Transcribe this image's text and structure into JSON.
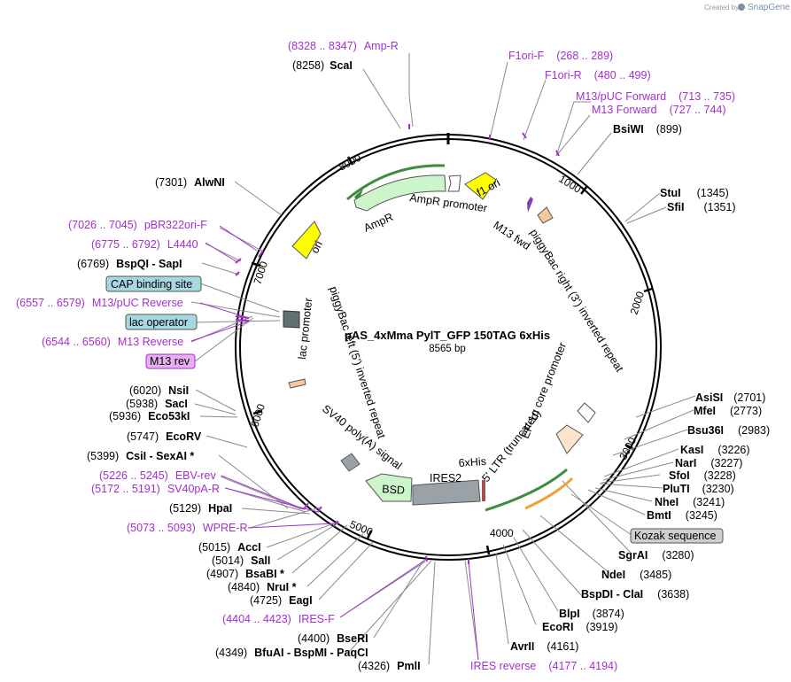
{
  "brand": {
    "created_by": "Created by",
    "product": "SnapGene"
  },
  "plasmid": {
    "name": "pAS_4xMma PylT_GFP 150TAG 6xHis",
    "size": "8565 bp"
  },
  "ticks": [
    "1000",
    "2000",
    "3000",
    "4000",
    "5000",
    "6000",
    "7000",
    "8000"
  ],
  "enzymes": [
    {
      "pos": "(8258)",
      "name": "ScaI"
    },
    {
      "pos": "(899)",
      "name": "BsiWI"
    },
    {
      "pos": "(1345)",
      "name": "StuI"
    },
    {
      "pos": "(1351)",
      "name": "SfiI"
    },
    {
      "pos": "(7301)",
      "name": "AlwNI"
    },
    {
      "pos": "(6769)",
      "name": "BspQI  -  SapI"
    },
    {
      "pos": "(6020)",
      "name": "NsiI"
    },
    {
      "pos": "(5938)",
      "name": "SacI"
    },
    {
      "pos": "(5936)",
      "name": "Eco53kI"
    },
    {
      "pos": "(5747)",
      "name": "EcoRV"
    },
    {
      "pos": "(5399)",
      "name": "CsiI  -  SexAI *"
    },
    {
      "pos": "(5129)",
      "name": "HpaI"
    },
    {
      "pos": "(5015)",
      "name": "AccI"
    },
    {
      "pos": "(5014)",
      "name": "SalI"
    },
    {
      "pos": "(4907)",
      "name": "BsaBI *"
    },
    {
      "pos": "(4840)",
      "name": "NruI *"
    },
    {
      "pos": "(4725)",
      "name": "EagI"
    },
    {
      "pos": "(4400)",
      "name": "BseRI"
    },
    {
      "pos": "(4349)",
      "name": "BfuAI  -  BspMI  -  PaqCI"
    },
    {
      "pos": "(4326)",
      "name": "PmlI"
    },
    {
      "pos": "(2701)",
      "name": "AsiSI"
    },
    {
      "pos": "(2773)",
      "name": "MfeI"
    },
    {
      "pos": "(2983)",
      "name": "Bsu36I"
    },
    {
      "pos": "(3226)",
      "name": "KasI"
    },
    {
      "pos": "(3227)",
      "name": "NarI"
    },
    {
      "pos": "(3228)",
      "name": "SfoI"
    },
    {
      "pos": "(3230)",
      "name": "PluTI"
    },
    {
      "pos": "(3241)",
      "name": "NheI"
    },
    {
      "pos": "(3245)",
      "name": "BmtI"
    },
    {
      "pos": "(3280)",
      "name": "SgrAI"
    },
    {
      "pos": "(3485)",
      "name": "NdeI"
    },
    {
      "pos": "(3638)",
      "name": "BspDI  -  ClaI"
    },
    {
      "pos": "(3874)",
      "name": "BlpI"
    },
    {
      "pos": "(3919)",
      "name": "EcoRI"
    },
    {
      "pos": "(4161)",
      "name": "AvrII"
    }
  ],
  "primers": [
    {
      "name": "Amp-R",
      "range": "(8328 .. 8347)"
    },
    {
      "name": "F1ori-F",
      "range": "(268 .. 289)"
    },
    {
      "name": "F1ori-R",
      "range": "(480 .. 499)"
    },
    {
      "name": "M13/pUC Forward",
      "range": "(713 .. 735)"
    },
    {
      "name": "M13 Forward",
      "range": "(727 .. 744)"
    },
    {
      "name": "pBR322ori-F",
      "range": "(7026 .. 7045)"
    },
    {
      "name": "L4440",
      "range": "(6775 .. 6792)"
    },
    {
      "name": "M13/pUC Reverse",
      "range": "(6557 .. 6579)"
    },
    {
      "name": "M13 Reverse",
      "range": "(6544 .. 6560)"
    },
    {
      "name": "EBV-rev",
      "range": "(5226 .. 5245)"
    },
    {
      "name": "SV40pA-R",
      "range": "(5172 .. 5191)"
    },
    {
      "name": "WPRE-R",
      "range": "(5073 .. 5093)"
    },
    {
      "name": "IRES-F",
      "range": "(4404 .. 4423)"
    },
    {
      "name": "IRES reverse",
      "range": "(4177 .. 4194)"
    }
  ],
  "boxed_labels": {
    "cap": "CAP binding site",
    "lacop": "lac operator",
    "m13rev": "M13 rev",
    "kozak": "Kozak sequence"
  },
  "features": {
    "f1_ori": "f1 ori",
    "ampr_promoter": "AmpR promoter",
    "ampr": "AmpR",
    "ori": "ori",
    "m13_fwd": "M13 fwd",
    "pb_right": "piggyBac right (3') inverted repeat",
    "ef1a": "EF-1α core promoter",
    "ltr": "5' LTR (truncated)",
    "his": "6xHis",
    "ires": "IRES2",
    "bsd": "BSD",
    "sv40": "SV40 poly(A) signal",
    "pb_left": "piggyBac left (5') inverted repeat",
    "lac": "lac promoter"
  },
  "colors": {
    "primer": "#a32fcf",
    "ampr": "#ccf5cc",
    "ori": "#ffff00",
    "f1ori": "#ffff00",
    "lac_box": "#a7d7e0",
    "kozak_box": "#cfcfcf",
    "m13rev_box": "#e6b0f0"
  }
}
